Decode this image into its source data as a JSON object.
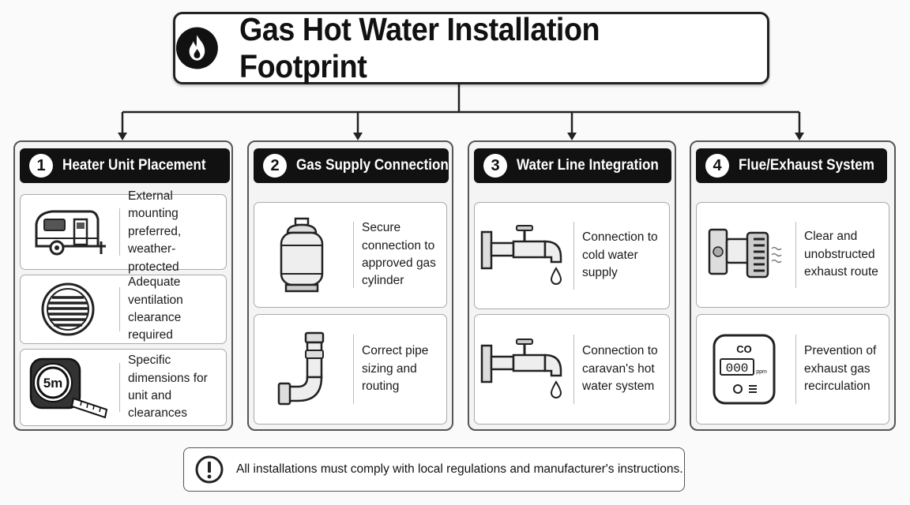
{
  "title": "Gas Hot Water Installation Footprint",
  "icons": {
    "title": "flame-icon",
    "note": "exclamation-icon"
  },
  "columns": [
    {
      "number": "1",
      "title": "Heater Unit Placement",
      "items": [
        {
          "icon": "caravan-icon",
          "text": "External mounting preferred, weather-protected"
        },
        {
          "icon": "vent-grille-icon",
          "text": "Adequate ventilation clearance required"
        },
        {
          "icon": "tape-measure-icon",
          "label": "5m",
          "text": "Specific dimensions for unit and clearances"
        }
      ]
    },
    {
      "number": "2",
      "title": "Gas Supply Connection",
      "items": [
        {
          "icon": "gas-cylinder-icon",
          "text": "Secure connection to approved gas cylinder"
        },
        {
          "icon": "pipe-elbow-icon",
          "text": "Correct pipe sizing and routing"
        }
      ]
    },
    {
      "number": "3",
      "title": "Water Line Integration",
      "items": [
        {
          "icon": "tap-icon",
          "text": "Connection to cold water supply"
        },
        {
          "icon": "tap-icon",
          "text": "Connection to caravan's hot water system"
        }
      ]
    },
    {
      "number": "4",
      "title": "Flue/Exhaust System",
      "items": [
        {
          "icon": "flue-icon",
          "text": "Clear and unobstructed exhaust route"
        },
        {
          "icon": "co-detector-icon",
          "label": "CO",
          "reading": "000",
          "unit": "ppm",
          "text": "Prevention of exhaust gas recirculation"
        }
      ]
    }
  ],
  "note": "All installations must comply with local regulations and manufacturer's instructions."
}
